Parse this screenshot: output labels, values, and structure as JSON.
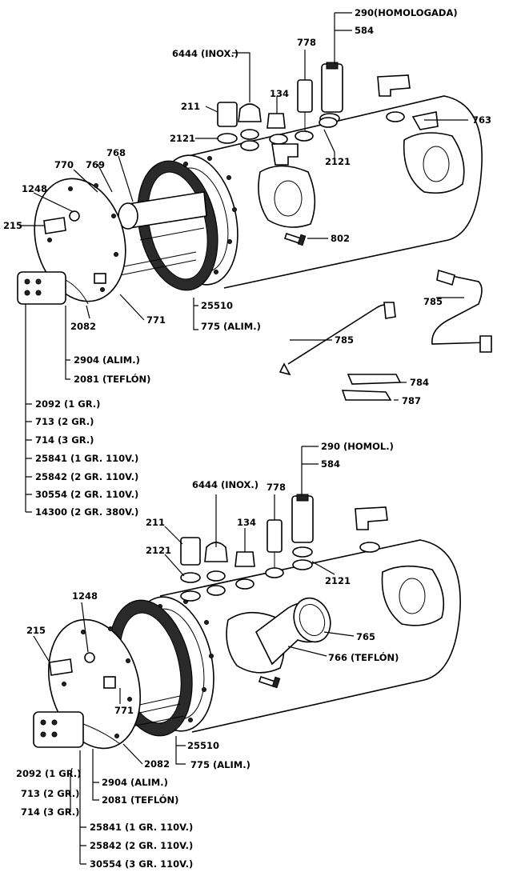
{
  "assembly_top": {
    "labels": {
      "l290": "290(HOMOLOGADA)",
      "l584": "584",
      "l6444": "6444 (INOX.)",
      "l778": "778",
      "l134": "134",
      "l211": "211",
      "l2121a": "2121",
      "l2121b": "2121",
      "l763": "763",
      "l768": "768",
      "l769": "769",
      "l770": "770",
      "l1248": "1248",
      "l215": "215",
      "l802": "802",
      "l785a": "785",
      "l785b": "785",
      "l784": "784",
      "l787": "787",
      "l25510": "25510",
      "l775": "775 (ALIM.)",
      "l771": "771",
      "l2082": "2082",
      "l2904": "2904 (ALIM.)",
      "l2081": "2081 (TEFLÓN)"
    },
    "element_list": [
      "2092 (1 GR.)",
      "713 (2 GR.)",
      "714 (3 GR.)",
      "25841 (1 GR. 110V.)",
      "25842 (2 GR. 110V.)",
      "30554 (2 GR. 110V.)",
      "14300 (2 GR. 380V.)"
    ]
  },
  "assembly_bottom": {
    "labels": {
      "l290": "290 (HOMOL.)",
      "l584": "584",
      "l6444": "6444 (INOX.)",
      "l778": "778",
      "l134": "134",
      "l211": "211",
      "l2121a": "2121",
      "l2121b": "2121",
      "l1248": "1248",
      "l215": "215",
      "l765": "765",
      "l766": "766 (TEFLÓN)",
      "l771": "771",
      "l2082": "2082",
      "l25510": "25510",
      "l775": "775 (ALIM.)",
      "l2904": "2904 (ALIM.)",
      "l2081": "2081 (TEFLÓN)",
      "l2092": "2092 (1 GR.)",
      "l713": "713 (2 GR.)",
      "l714": "714 (3 GR.)"
    },
    "element_list": [
      "25841 (1 GR. 110V.)",
      "25842 (2 GR. 110V.)",
      "30554 (3 GR. 110V.)"
    ]
  }
}
